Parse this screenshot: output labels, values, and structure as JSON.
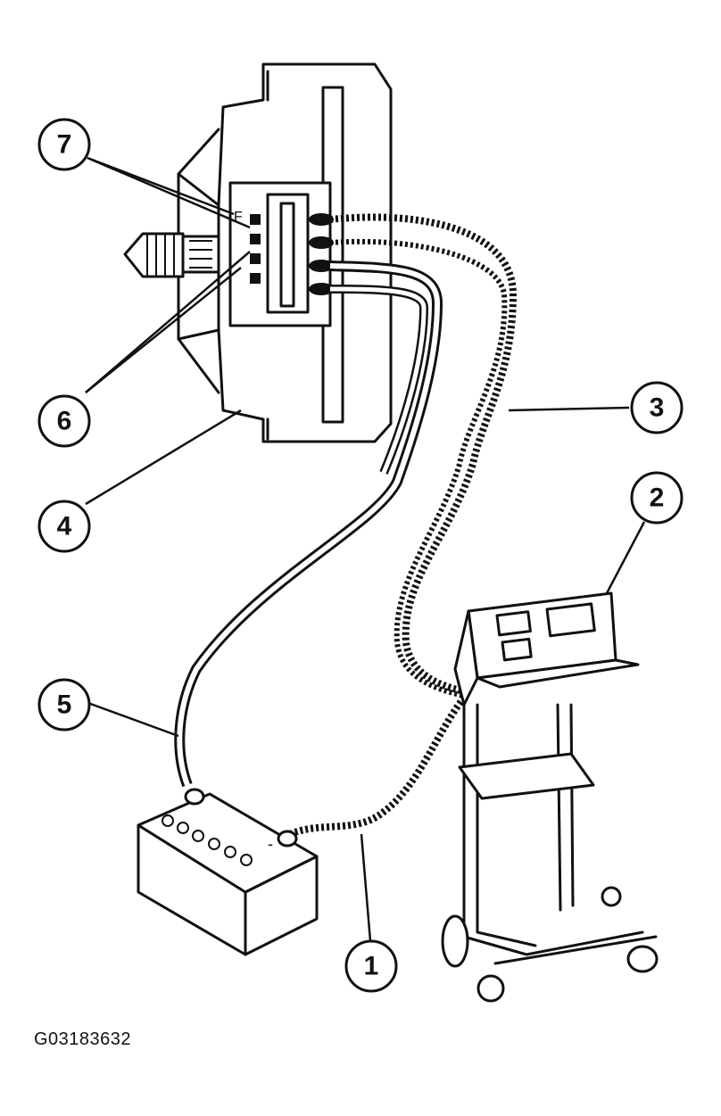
{
  "figure_id": "G03183632",
  "callouts": [
    {
      "id": "1",
      "label": "1"
    },
    {
      "id": "2",
      "label": "2"
    },
    {
      "id": "3",
      "label": "3"
    },
    {
      "id": "4",
      "label": "4"
    },
    {
      "id": "5",
      "label": "5"
    },
    {
      "id": "6",
      "label": "6"
    },
    {
      "id": "7",
      "label": "7"
    }
  ],
  "component_marks": {
    "terminal_f": "F",
    "battery_negative": "-"
  }
}
